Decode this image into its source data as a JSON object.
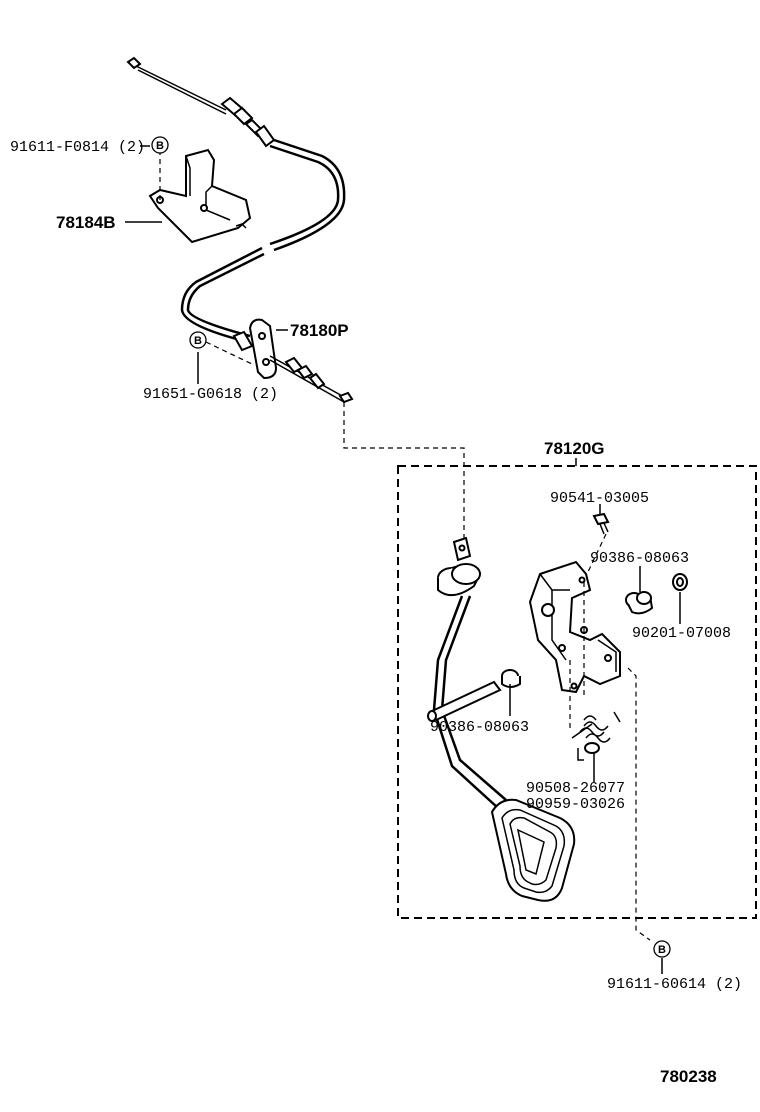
{
  "labels": {
    "bolt_top": "91611-F0814 (2)",
    "bracket": "78184B",
    "cable": "78180P",
    "bolt_mid": "91651-G0618 (2)",
    "assembly": "78120G",
    "screw": "90541-03005",
    "bushing_upper": "90386-08063",
    "nut": "90201-07008",
    "bushing_lower": "90386-08063",
    "spring": "90508-26077",
    "washer": "90959-03026",
    "bolt_bottom": "91611-60614 (2)",
    "diagram_number": "780238"
  },
  "badges": {
    "top": "B",
    "mid": "B",
    "bottom": "B"
  }
}
